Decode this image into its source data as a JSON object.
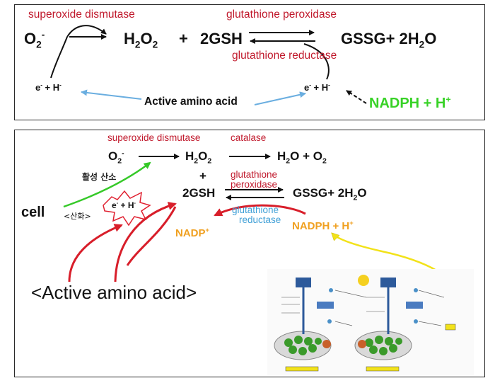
{
  "top": {
    "o2_main": "O",
    "o2_sub": "2",
    "o2_sup": "-",
    "h2o2": {
      "a": "H",
      "s1": "2",
      "b": "O",
      "s2": "2"
    },
    "plus": "+",
    "gsh": "2GSH",
    "gssg": {
      "a": "GSSG+ 2H",
      "s1": "2",
      "b": "O"
    },
    "sod": "superoxide dismutase",
    "gpx": "glutathione peroxidase",
    "gr": "glutathione reductase",
    "eh_left": {
      "e": "e",
      "esup": "-",
      "mid": " + H",
      "hsup": "-"
    },
    "eh_right": {
      "e": "e",
      "esup": "-",
      "mid": " + H",
      "hsup": "-"
    },
    "amino": "Active amino acid",
    "nadph": {
      "text": "NADPH + H",
      "sup": "+"
    }
  },
  "bottom": {
    "sod": "superoxide dismutase",
    "catalase": "catalase",
    "o2_main": "O",
    "o2_sub": "2",
    "o2_sup": "-",
    "h2o2": {
      "a": "H",
      "s1": "2",
      "b": "O",
      "s2": "2"
    },
    "h2o_o2": {
      "a": "H",
      "s1": "2",
      "b": "O +  O",
      "s2": "2"
    },
    "plus": "+",
    "gsh": "2GSH",
    "gpx_line1": "glutathione",
    "gpx_line2": "peroxidase",
    "gssg": {
      "a": "GSSG+ 2H",
      "s1": "2",
      "b": "O"
    },
    "gr_line1": "glutathione",
    "gr_line2": "reductase",
    "ros_korean": "활성 산소",
    "cell": "cell",
    "oxidation_korean": "<산화>",
    "eh": {
      "e": "e",
      "esup": "-",
      "mid": " + H",
      "hsup": "-"
    },
    "nadp": {
      "text": "NADP",
      "sup": "+"
    },
    "nadph": {
      "text": "NADPH + H",
      "sup": "+"
    },
    "amino": "<Active amino acid>"
  },
  "colors": {
    "enzyme_red": "#c0182b",
    "reductase_blue": "#3f9fd6",
    "nadph_green": "#38d227",
    "nadp_orange": "#f0a020",
    "arrow_red": "#d81e2a",
    "arrow_yellow": "#f2e21a",
    "arrow_green": "#35c928",
    "arrow_blue": "#6aaee0"
  }
}
